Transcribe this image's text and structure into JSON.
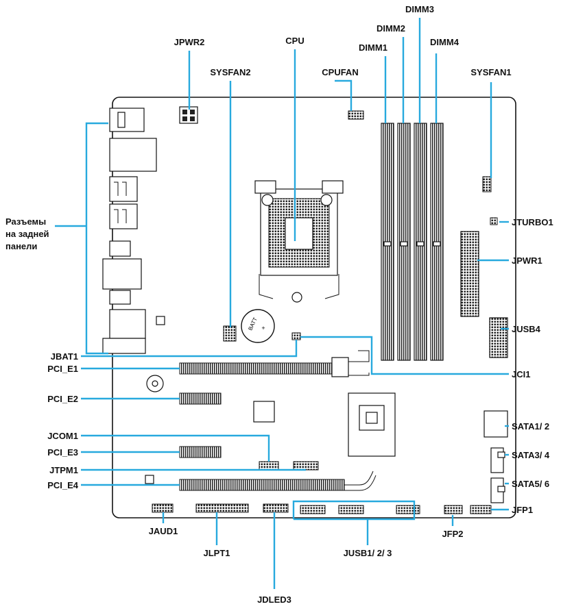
{
  "labels": {
    "cpu": "CPU",
    "jpwr2": "JPWR2",
    "sysfan2": "SYSFAN2",
    "cpufan": "CPUFAN",
    "dimm1": "DIMM1",
    "dimm2": "DIMM2",
    "dimm3": "DIMM3",
    "dimm4": "DIMM4",
    "sysfan1": "SYSFAN1",
    "jturbo1": "JTURBO1",
    "jpwr1": "JPWR1",
    "jusb4": "JUSB4",
    "jci1": "JCI1",
    "sata12": "SATA1/ 2",
    "sata34": "SATA3/ 4",
    "sata56": "SATA5/ 6",
    "jfp1": "JFP1",
    "jfp2": "JFP2",
    "jusb123": "JUSB1/ 2/ 3",
    "jdled3": "JDLED3",
    "jlpt1": "JLPT1",
    "jaud1": "JAUD1",
    "pci_e4": "PCI_E4",
    "jtpm1": "JTPM1",
    "pci_e3": "PCI_E3",
    "jcom1": "JCOM1",
    "pci_e2": "PCI_E2",
    "pci_e1": "PCI_E1",
    "jbat1": "JBAT1",
    "rear_panel_line1": "Разъемы",
    "rear_panel_line2": "на задней",
    "rear_panel_line3": "панели",
    "batt": "BATT",
    "batt_plus": "+"
  },
  "colors": {
    "leader": "#27a9de",
    "outline": "#111111"
  }
}
